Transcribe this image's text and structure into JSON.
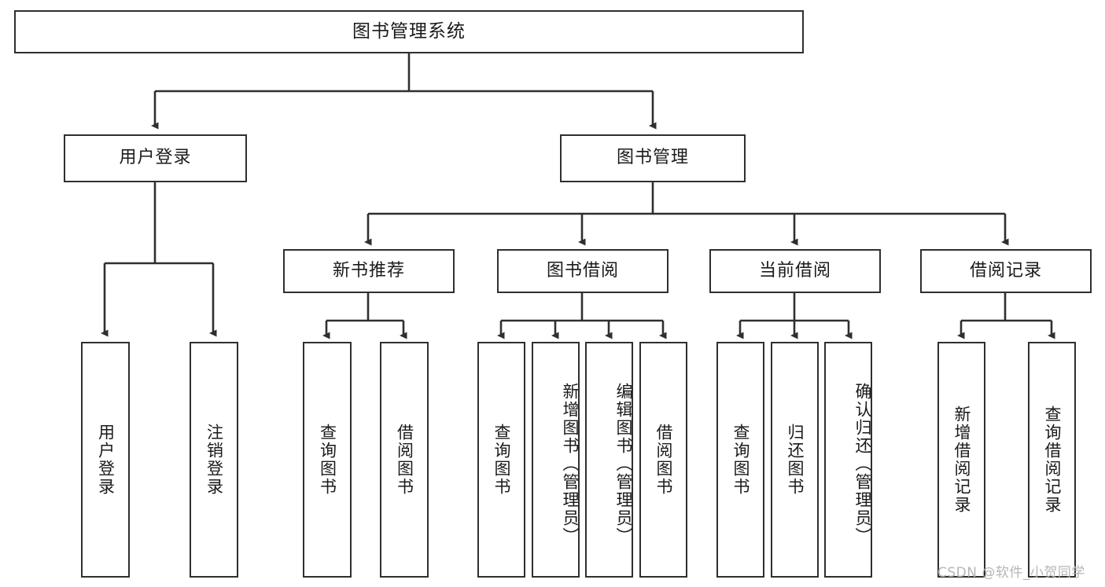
{
  "diagram": {
    "title": "图书管理系统",
    "type": "function-hierarchy-tree",
    "colors": {
      "background": "#ffffff",
      "box_border": "#2f2f2f",
      "box_fill": "#ffffff",
      "text": "#1a1a1a",
      "connector": "#2f2f2f",
      "watermark": "#b6b6b6"
    },
    "root": {
      "label": "图书管理系统"
    },
    "level2": [
      {
        "id": "user-login",
        "label": "用户登录"
      },
      {
        "id": "book-management",
        "label": "图书管理"
      }
    ],
    "level3": [
      {
        "id": "new-book-recommend",
        "label": "新书推荐",
        "parent": "book-management"
      },
      {
        "id": "book-borrow",
        "label": "图书借阅",
        "parent": "book-management"
      },
      {
        "id": "current-borrow",
        "label": "当前借阅",
        "parent": "book-management"
      },
      {
        "id": "borrow-record",
        "label": "借阅记录",
        "parent": "book-management"
      }
    ],
    "leaves": {
      "user-login": [
        {
          "id": "leaf-user-login",
          "label": "用户登录"
        },
        {
          "id": "leaf-user-logout",
          "label": "注销登录"
        }
      ],
      "new-book-recommend": [
        {
          "id": "leaf-query-book-1",
          "label": "查询图书"
        },
        {
          "id": "leaf-borrow-book-1",
          "label": "借阅图书"
        }
      ],
      "book-borrow": [
        {
          "id": "leaf-query-book-2",
          "label": "查询图书"
        },
        {
          "id": "leaf-add-book",
          "label": "新增图书（管理员）"
        },
        {
          "id": "leaf-edit-book",
          "label": "编辑图书（管理员）"
        },
        {
          "id": "leaf-borrow-book-2",
          "label": "借阅图书"
        }
      ],
      "current-borrow": [
        {
          "id": "leaf-query-book-3",
          "label": "查询图书"
        },
        {
          "id": "leaf-return-book",
          "label": "归还图书"
        },
        {
          "id": "leaf-confirm-return",
          "label": "确认归还（管理员）"
        }
      ],
      "borrow-record": [
        {
          "id": "leaf-add-record",
          "label": "新增借阅记录"
        },
        {
          "id": "leaf-query-record",
          "label": "查询借阅记录"
        }
      ]
    }
  },
  "watermark": {
    "text": "CSDN @软件_小贺同学"
  }
}
